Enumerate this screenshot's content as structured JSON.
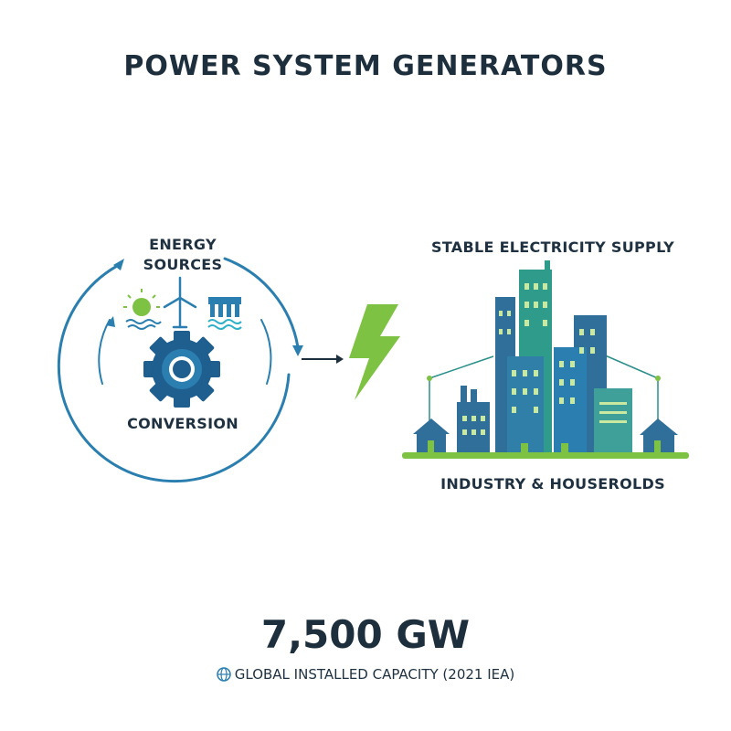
{
  "title": "POWER SYSTEM GENERATORS",
  "labels": {
    "energy_sources_line1": "ENERGY",
    "energy_sources_line2": "SOURCES",
    "conversion": "CONVERSION",
    "supply": "STABLE ELECTRICITY SUPPLY",
    "industry": "INDUSTRY & HOUSEROLDS"
  },
  "stat": {
    "value": "7,500 GW",
    "caption": "GLOBAL INSTALLED CAPACITY (2021 IEA)"
  },
  "colors": {
    "cycle_blue": "#2a7fb0",
    "lightning_green": "#7dc242",
    "dark_text": "#1d2f3d",
    "building_blue": "#2f6f9a",
    "building_teal": "#2f9b8a"
  },
  "icons": [
    "sun-icon",
    "wind-turbine-icon",
    "hydro-dam-icon",
    "gear-icon",
    "lightning-bolt-icon",
    "city-skyline-icon",
    "house-icon",
    "globe-icon"
  ]
}
